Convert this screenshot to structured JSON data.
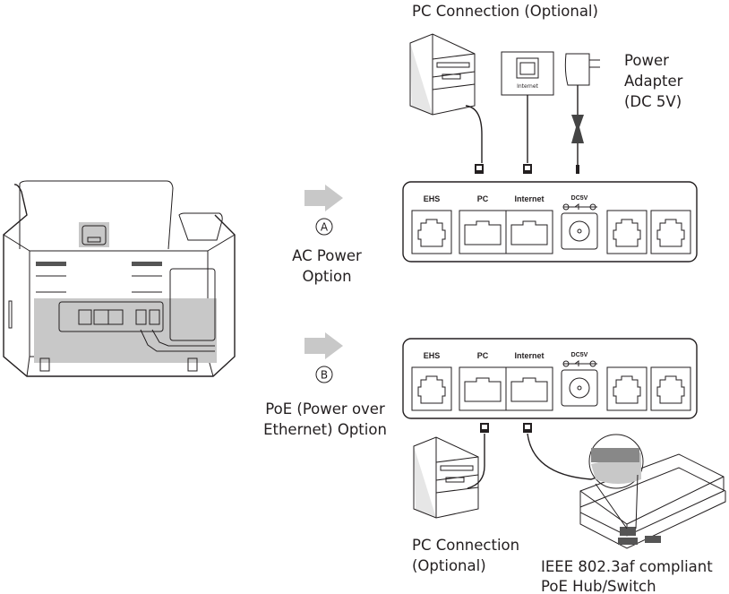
{
  "labels": {
    "pc_connection_top": "PC Connection (Optional)",
    "power_adapter": [
      "Power",
      "Adapter",
      "(DC 5V)"
    ],
    "wall_jack": "Internet",
    "option_a_letter": "A",
    "option_a": [
      "AC Power",
      "Option"
    ],
    "option_b_letter": "B",
    "option_b": [
      "PoE (Power over",
      "Ethernet) Option"
    ],
    "pc_connection_bottom": [
      "PC Connection",
      "(Optional)"
    ],
    "poe_switch": [
      "IEEE 802.3af compliant",
      "PoE Hub/Switch"
    ]
  },
  "port_panel": {
    "ports": [
      "EHS",
      "PC",
      "Internet",
      "DC5V"
    ]
  },
  "colors": {
    "arrow": "#c8c8c8",
    "shade": "#c8c8c8",
    "line": "#231f20"
  }
}
